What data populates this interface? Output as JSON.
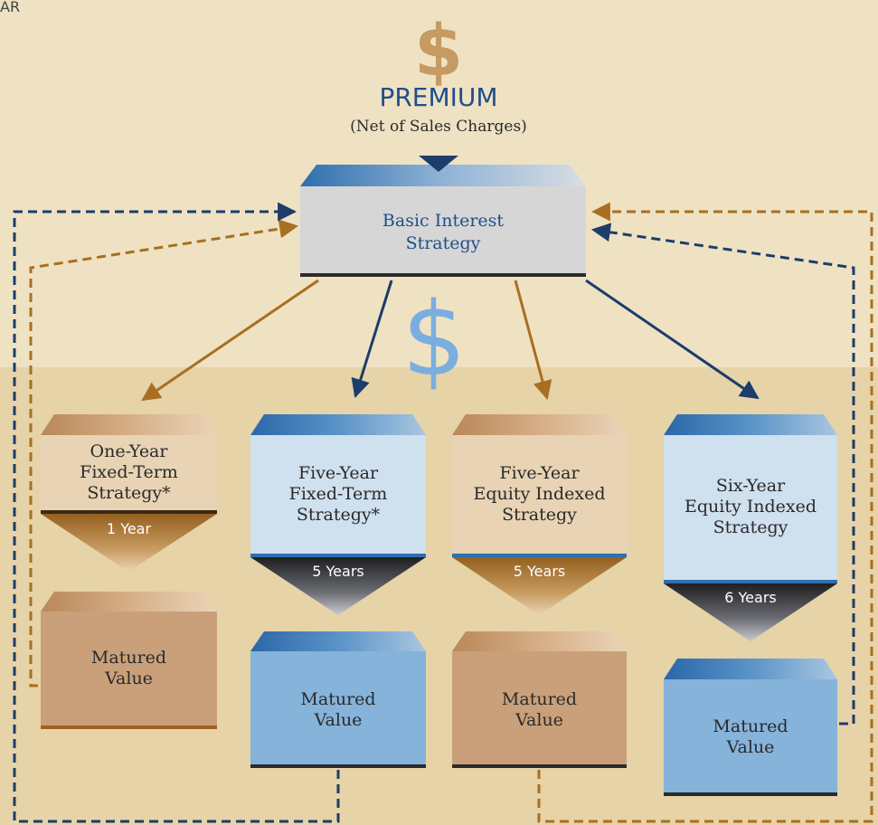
{
  "corner_text": "AR",
  "header": {
    "symbol": "$",
    "title": "PREMIUM",
    "subtitle": "(Net of Sales Charges)"
  },
  "hub": {
    "label": "Basic Interest\nStrategy"
  },
  "center_symbol": "$",
  "strategies": [
    {
      "label": "One-Year\nFixed-Term\nStrategy*",
      "duration": "1 Year",
      "result": "Matured\nValue",
      "theme": "tan"
    },
    {
      "label": "Five-Year\nFixed-Term\nStrategy*",
      "duration": "5 Years",
      "result": "Matured\nValue",
      "theme": "blue"
    },
    {
      "label": "Five-Year\nEquity Indexed\nStrategy",
      "duration": "5 Years",
      "result": "Matured\nValue",
      "theme": "tan"
    },
    {
      "label": "Six-Year\nEquity Indexed\nStrategy",
      "duration": "6 Years",
      "result": "Matured\nValue",
      "theme": "blue"
    }
  ],
  "colors": {
    "navy": "#1d3d6b",
    "brown": "#a86f22",
    "tan_box": "#e8d3b4",
    "tan_value": "#c9a07a",
    "blue_box": "#cfe0ef",
    "blue_value": "#85b3da",
    "hub_box": "#d6d6d6"
  }
}
